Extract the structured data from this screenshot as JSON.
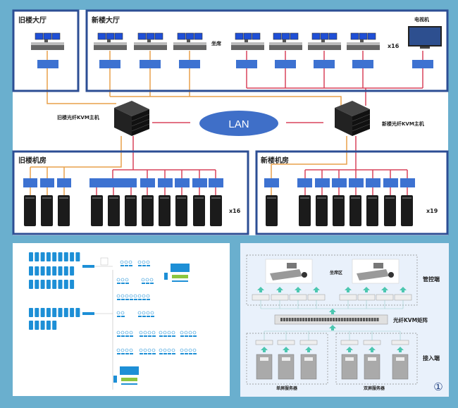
{
  "top": {
    "old_hall": {
      "title": "旧楼大厅"
    },
    "new_hall": {
      "title": "新楼大厅",
      "seat_label": "坐席",
      "count": "x16",
      "tv_label": "电视机"
    },
    "old_kvm_host": "旧楼光纤KVM主机",
    "new_kvm_host": "新楼光纤KVM主机",
    "lan": "LAN",
    "old_room": {
      "title": "旧楼机房",
      "count": "x16"
    },
    "new_room": {
      "title": "新楼机房",
      "count": "x19"
    }
  },
  "matrix_diagram": {
    "seat_area": "坐席区",
    "control_end": "管控端",
    "matrix": "光纤KVM矩阵",
    "access_end": "接入端",
    "single_screen_servers": "单屏服务器",
    "dual_screen_servers": "双屏服务器",
    "badge": "①"
  },
  "colors": {
    "background": "#6aafce",
    "frame": "#2c4e94",
    "device": "#3d72d1",
    "orange": "#e8a04a",
    "red": "#d9435b",
    "lan": "#3f6fc8",
    "arrow": "#4cc7b0"
  }
}
